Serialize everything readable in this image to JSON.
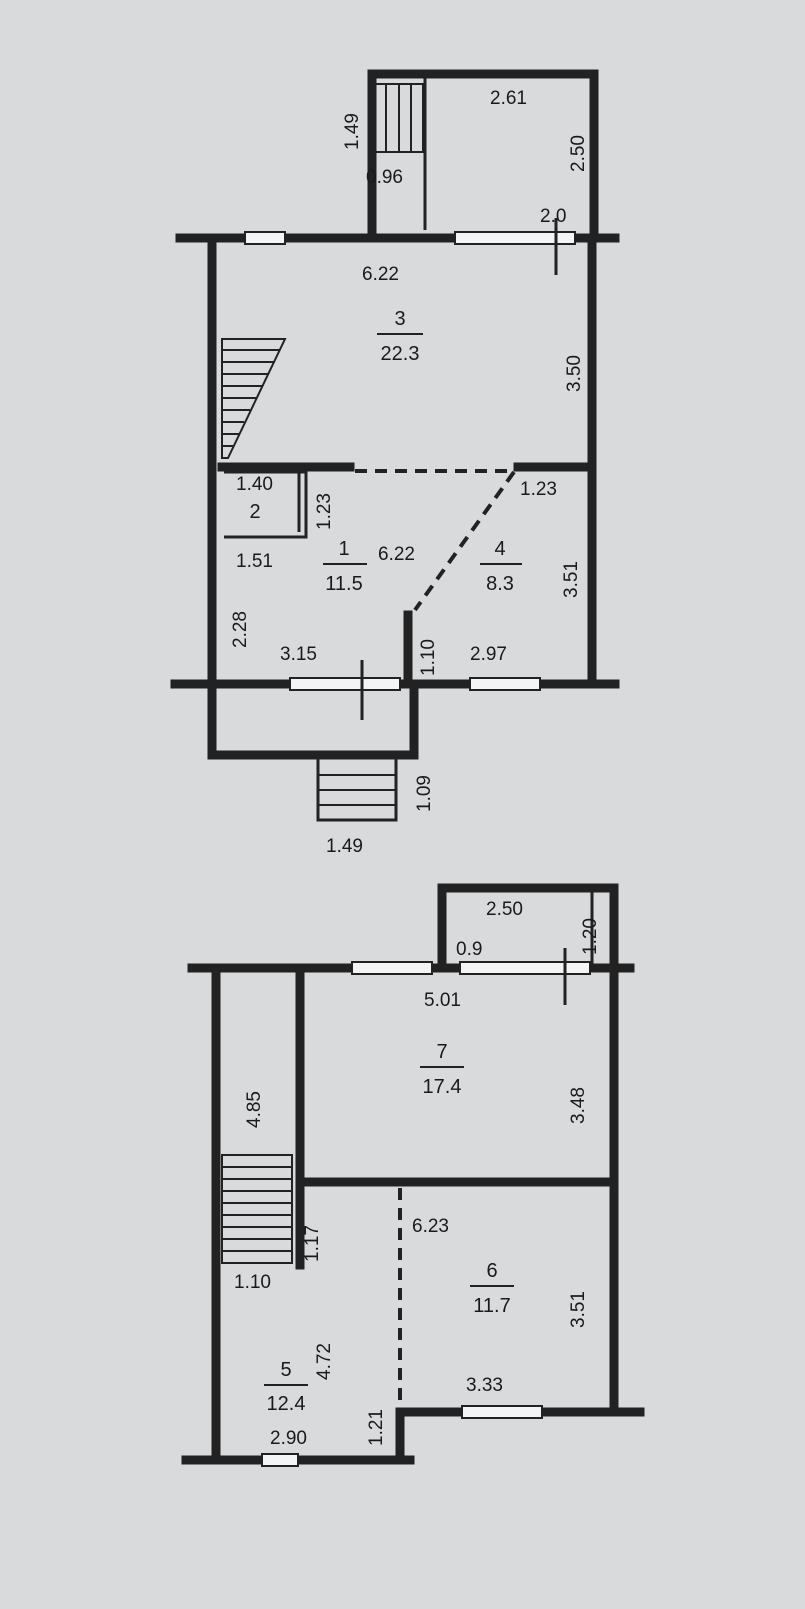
{
  "floor_1": {
    "rooms": [
      {
        "number": "3",
        "area": "22.3"
      },
      {
        "number": "2",
        "area": ""
      },
      {
        "number": "1",
        "area": "11.5"
      },
      {
        "number": "4",
        "area": "8.3"
      }
    ],
    "dimensions": {
      "balcony_side": "1.49",
      "balcony_top": "2.61",
      "balcony_right": "2.50",
      "balcony_stair": "0.96",
      "door_width": "2.0",
      "room3_width": "6.22",
      "room3_depth": "3.50",
      "closet_width": "1.40",
      "closet_depth": "1.23",
      "closet_bottom": "1.51",
      "room4_top": "1.23",
      "room1_width": "6.22",
      "room4_depth": "3.51",
      "room1_depth": "2.28",
      "room1_bottom": "3.15",
      "partition_length": "1.10",
      "room4_bottom": "2.97",
      "porch_depth": "1.09",
      "porch_width": "1.49"
    }
  },
  "floor_2": {
    "rooms": [
      {
        "number": "7",
        "area": "17.4"
      },
      {
        "number": "6",
        "area": "11.7"
      },
      {
        "number": "5",
        "area": "12.4"
      }
    ],
    "dimensions": {
      "balcony_width": "2.50",
      "balcony_depth": "1.20",
      "door_width": "0.9",
      "room7_width": "5.01",
      "room7_depth": "3.48",
      "stair_length": "4.85",
      "room6_width": "6.23",
      "stair_step": "1.17",
      "stair_width": "1.10",
      "room5_depth": "4.72",
      "room6_depth": "3.51",
      "room6_bottom": "3.33",
      "room5_offset": "1.21",
      "room5_bottom": "2.90"
    }
  }
}
